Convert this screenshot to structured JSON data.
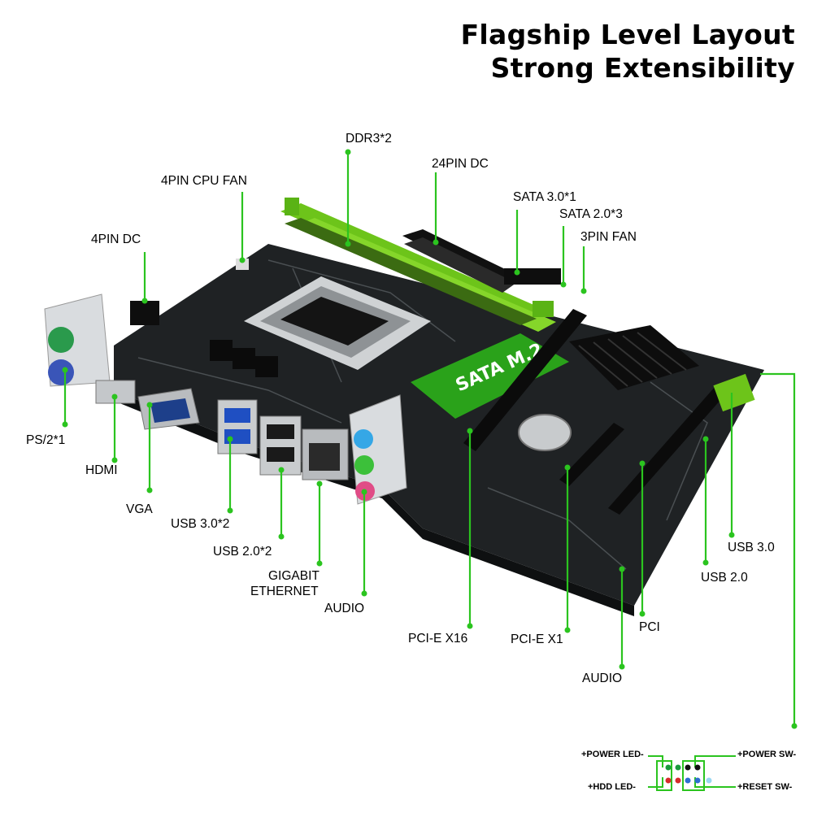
{
  "headline": [
    "Flagship Level Layout",
    "Strong Extensibility"
  ],
  "board": {
    "sata_m2": "SATA M.2"
  },
  "callouts": {
    "ddr3": "DDR3*2",
    "pin24": "24PIN DC",
    "cpu_fan": "4PIN CPU FAN",
    "sata3": "SATA 3.0*1",
    "sata2": "SATA 2.0*3",
    "fan3": "3PIN FAN",
    "pin4": "4PIN DC",
    "ps2": "PS/2*1",
    "hdmi": "HDMI",
    "vga": "VGA",
    "usb30x2": "USB 3.0*2",
    "usb20x2": "USB 2.0*2",
    "gigabit": "GIGABIT",
    "ethernet": "ETHERNET",
    "audio_rear": "AUDIO",
    "pcie16": "PCI-E X16",
    "pcie1": "PCI-E X1",
    "pci": "PCI",
    "audio_front": "AUDIO",
    "usb30": "USB 3.0",
    "usb20": "USB 2.0"
  },
  "front_panel": {
    "power_led": "+POWER LED-",
    "power_sw": "+POWER SW-",
    "hdd_led": "+HDD LED-",
    "reset_sw": "+RESET SW-"
  },
  "colors": {
    "callout": "#2bc41f",
    "board": "#1f2224",
    "accent": "#7ccf1c"
  }
}
